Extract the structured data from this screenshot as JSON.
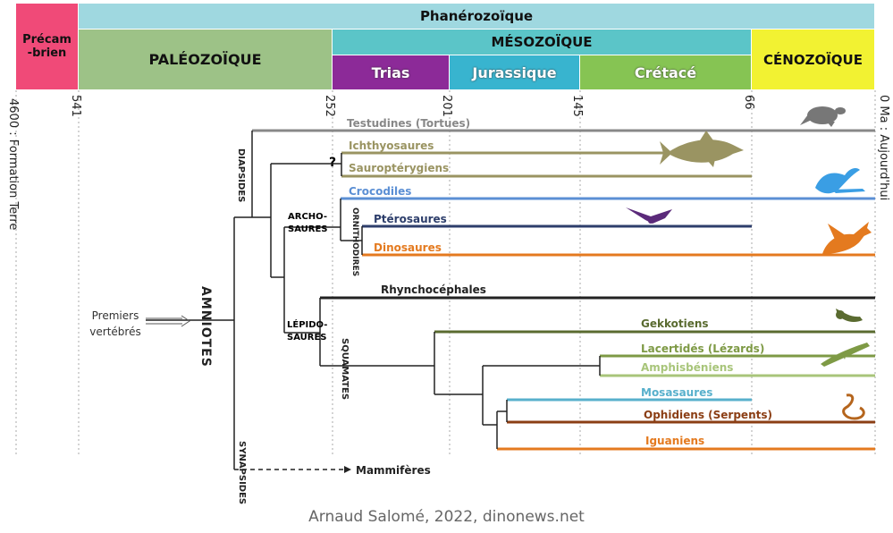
{
  "periods": {
    "precambrian": "Précam-brien",
    "phanerozoic": "Phanérozoïque",
    "paleozoic": "PALÉOZOÏQUE",
    "mesozoic": "MÉSOZOÏQUE",
    "cenozoic": "CÉNOZOÏQUE",
    "triassic": "Trias",
    "jurassic": "Jurassique",
    "cretaceous": "Crétacé"
  },
  "colors": {
    "precambrian": "#f04a78",
    "phanerozoic": "#9fd8e0",
    "paleozoic": "#9dc287",
    "mesozoic": "#5bc5c8",
    "cenozoic": "#f2f232",
    "triassic": "#8c2a98",
    "jurassic": "#38b4cf",
    "cretaceous": "#86c453"
  },
  "time_axis": {
    "ticks": [
      "4600 : Formation Terre",
      "541",
      "252",
      "201",
      "145",
      "66",
      "0 Ma : Aujourd'hui"
    ]
  },
  "clades": {
    "diapsides": "DIAPSIDES",
    "archosaures": "ARCHO-SAURES",
    "ornithodires": "ORNITHODIRES",
    "lepidosaures": "LÉPIDO-SAURES",
    "squamates": "SQUAMATES",
    "synapsides": "SYNAPSIDES",
    "amniotes": "AMNIOTES",
    "premiers": "Premiers vertébrés",
    "question": "?"
  },
  "taxa": [
    {
      "name": "Testudines (Tortues)",
      "color": "#888888"
    },
    {
      "name": "Ichthyosaures",
      "color": "#9a9462"
    },
    {
      "name": "Sauroptérygiens",
      "color": "#9a9462"
    },
    {
      "name": "Crocodiles",
      "color": "#5b8fd4"
    },
    {
      "name": "Ptérosaures",
      "color": "#2d3e6b"
    },
    {
      "name": "Dinosaures",
      "color": "#e47a1f"
    },
    {
      "name": "Rhynchocéphales",
      "color": "#222222"
    },
    {
      "name": "Gekkotiens",
      "color": "#5a6b30"
    },
    {
      "name": "Lacertidés (Lézards)",
      "color": "#7e9a45"
    },
    {
      "name": "Amphisbéniens",
      "color": "#a8c57a"
    },
    {
      "name": "Mosasaures",
      "color": "#58b0cc"
    },
    {
      "name": "Ophidiens (Serpents)",
      "color": "#8b3e14"
    },
    {
      "name": "Iguaniens",
      "color": "#e47a1f"
    }
  ],
  "mammals": "Mammifères",
  "credit": "Arnaud Salomé, 2022, dinonews.net"
}
